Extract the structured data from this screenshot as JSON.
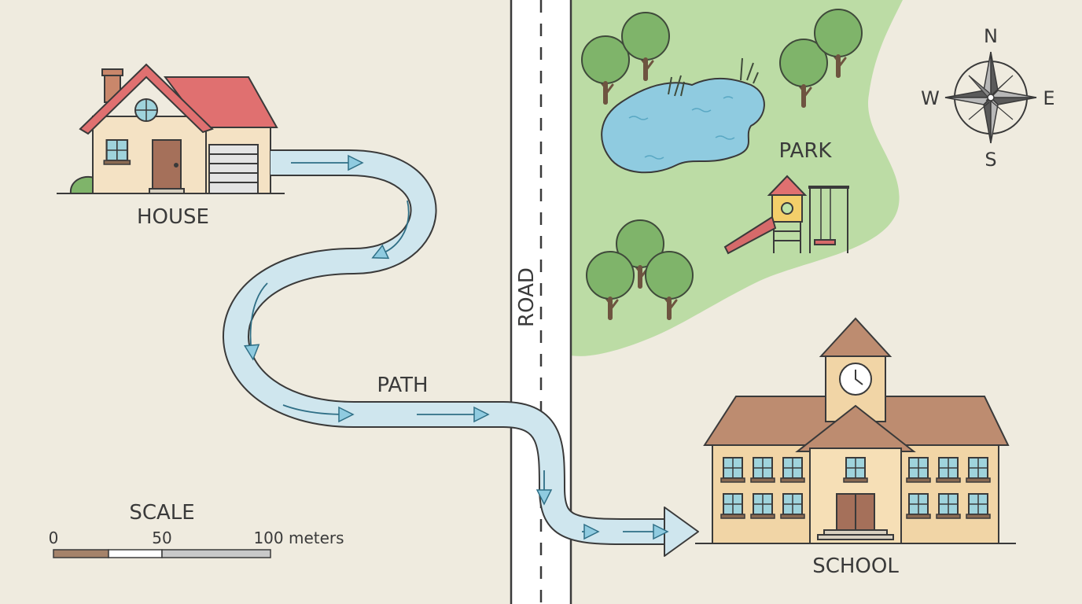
{
  "labels": {
    "house": "HOUSE",
    "park": "PARK",
    "school": "SCHOOL",
    "path": "PATH",
    "road": "ROAD"
  },
  "compass": {
    "north": "N",
    "south": "S",
    "east": "E",
    "west": "W"
  },
  "scale": {
    "title": "SCALE",
    "ticks": [
      "0",
      "50",
      "100 meters"
    ],
    "colors": [
      "#a5836a",
      "#ffffff",
      "#c9c9c9"
    ]
  },
  "colors": {
    "background": "#efebdf",
    "park_green": "#bcdca5",
    "water": "#8fcbe0",
    "path_fill": "#cfe6ee",
    "road": "#ffffff",
    "house_roof": "#e07070",
    "school_wall": "#f1d5a6",
    "school_roof": "#bd8c70"
  }
}
